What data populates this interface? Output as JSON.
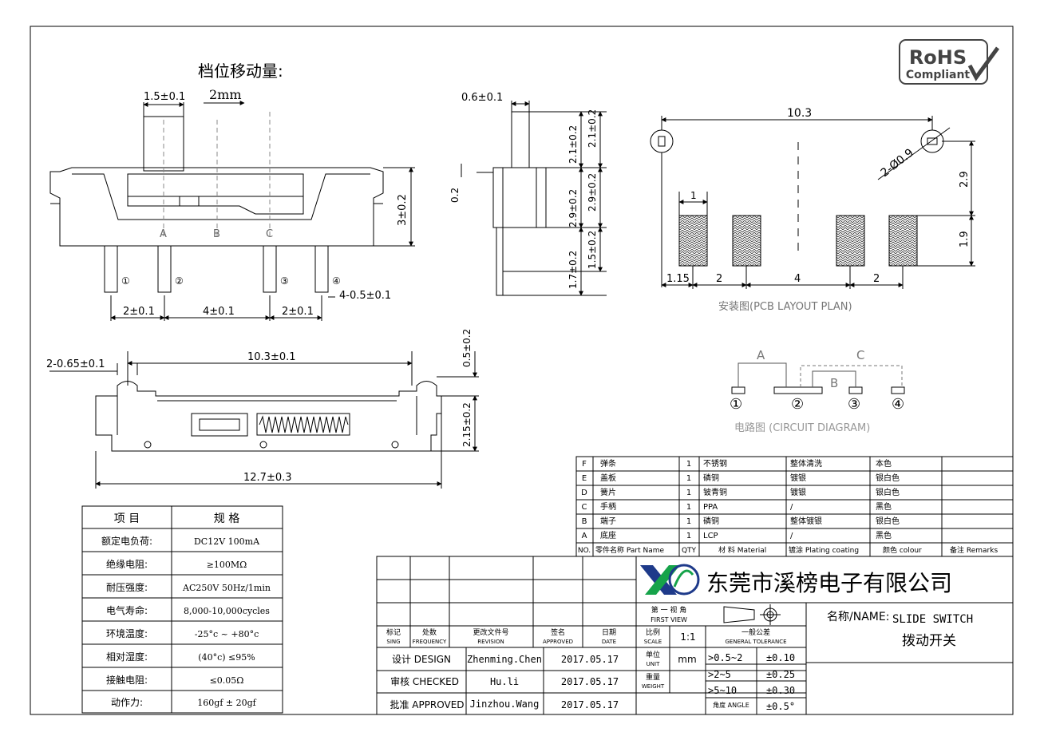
{
  "badge": {
    "line1": "RoHS",
    "line2": "Compliant"
  },
  "stroke_title": "档位移动量:",
  "stroke_value": "2mm",
  "front_view": {
    "dims": {
      "knob_width": "1.5±0.1",
      "height": "3±0.2",
      "pitch_12": "2±0.1",
      "pitch_23": "4±0.1",
      "pitch_34": "2±0.1",
      "pin_width": "4-0.5±0.1"
    },
    "positions": [
      "A",
      "B",
      "C"
    ],
    "pins": [
      "①",
      "②",
      "③",
      "④"
    ]
  },
  "side_view": {
    "dims": {
      "knob_width": "0.6±0.1",
      "plate": "0.2",
      "d1": "2.1±0.2",
      "d2": "2.1±0.2",
      "d3": "2.9±0.2",
      "d4": "2.9±0.2",
      "d5": "1.5±0.2",
      "d6": "1.7±0.2"
    }
  },
  "top_view": {
    "dims": {
      "tab_width": "2-0.65±0.1",
      "body_length": "10.3±0.1",
      "total_length": "12.7±0.3",
      "top": "0.5±0.2",
      "height": "2.15±0.2"
    }
  },
  "pcb": {
    "dims": {
      "span": "10.3",
      "hole": "2-Ø0.9",
      "pad_width": "1",
      "v1": "2.9",
      "v2": "1.9",
      "h1": "1.15",
      "h2": "2",
      "h3": "4",
      "h4": "2"
    },
    "caption": "安装图(PCB LAYOUT PLAN)"
  },
  "circuit": {
    "labels": [
      "A",
      "B",
      "C"
    ],
    "pins": [
      "①",
      "②",
      "③",
      "④"
    ],
    "caption": "电路图 (CIRCUIT DIAGRAM)"
  },
  "bom": {
    "rows": [
      {
        "id": "F",
        "name": "弹条",
        "qty": "1",
        "material": "不锈钢",
        "plating": "整体清洗",
        "colour": "本色",
        "remarks": ""
      },
      {
        "id": "E",
        "name": "盖板",
        "qty": "1",
        "material": "磷铜",
        "plating": "镀银",
        "colour": "银白色",
        "remarks": ""
      },
      {
        "id": "D",
        "name": "簧片",
        "qty": "1",
        "material": "铍青铜",
        "plating": "镀银",
        "colour": "银白色",
        "remarks": ""
      },
      {
        "id": "C",
        "name": "手柄",
        "qty": "1",
        "material": "PPA",
        "plating": "/",
        "colour": "黑色",
        "remarks": ""
      },
      {
        "id": "B",
        "name": "端子",
        "qty": "1",
        "material": "磷铜",
        "plating": "整体镀银",
        "colour": "银白色",
        "remarks": ""
      },
      {
        "id": "A",
        "name": "底座",
        "qty": "1",
        "material": "LCP",
        "plating": "/",
        "colour": "黑色",
        "remarks": ""
      }
    ],
    "header": {
      "no": "NO.",
      "name": "零件名称 Part Name",
      "qty": "QTY",
      "material": "材 料 Material",
      "plating": "镀涂 Plating coating",
      "colour": "颜色 colour",
      "remarks": "备注 Remarks"
    }
  },
  "specs": {
    "header": [
      "项 目",
      "规 格"
    ],
    "rows": [
      [
        "额定电负荷:",
        "DC12V 100mA"
      ],
      [
        "绝缘电阻:",
        "≥100MΩ"
      ],
      [
        "耐压强度:",
        "AC250V 50Hz/1min"
      ],
      [
        "电气寿命:",
        "8,000-10,000cycles"
      ],
      [
        "环境温度:",
        "-25°c ~ +80°c"
      ],
      [
        "相对湿度:",
        "(40°c) ≤95%"
      ],
      [
        "接触电阻:",
        "≤0.05Ω"
      ],
      [
        "动作力:",
        "160gf ± 20gf"
      ]
    ]
  },
  "title_block": {
    "company": "东莞市溪榜电子有限公司",
    "revision_headers": [
      {
        "cn": "标记",
        "en": "SING"
      },
      {
        "cn": "处数",
        "en": "FREQUENCY"
      },
      {
        "cn": "更改文件号",
        "en": "REVISION"
      },
      {
        "cn": "签名",
        "en": "APPROVED"
      },
      {
        "cn": "日期",
        "en": "DATE"
      }
    ],
    "first_view": {
      "cn": "第 一 视 角",
      "en": "FIRST VIEW"
    },
    "scale_label": {
      "cn": "比例",
      "en": "SCALE"
    },
    "scale_value": "1:1",
    "tolerance_label": {
      "cn": "一般公差",
      "en": "GENERAL TOLERANCE"
    },
    "name_label": "名称/NAME:",
    "name_en": "SLIDE SWITCH",
    "name_cn": "拨动开关",
    "signoff": [
      {
        "role": "设计 DESIGN",
        "person": "Zhenming.Chen",
        "date": "2017.05.17"
      },
      {
        "role": "审核 CHECKED",
        "person": "Hu.li",
        "date": "2017.05.17"
      },
      {
        "role": "批准 APPROVED",
        "person": "Jinzhou.Wang",
        "date": "2017.05.17"
      }
    ],
    "unit_label": {
      "cn": "单位",
      "en": "UNIT"
    },
    "unit_value": "mm",
    "weight_label": {
      "cn": "重量",
      "en": "WEIGHT"
    },
    "tolerances": [
      {
        "range": ">0.5~2",
        "value": "±0.10"
      },
      {
        "range": ">2~5",
        "value": "±0.25"
      },
      {
        "range": ">5~10",
        "value": "±0.30"
      },
      {
        "range": "角度 ANGLE",
        "value": "±0.5°"
      }
    ]
  }
}
